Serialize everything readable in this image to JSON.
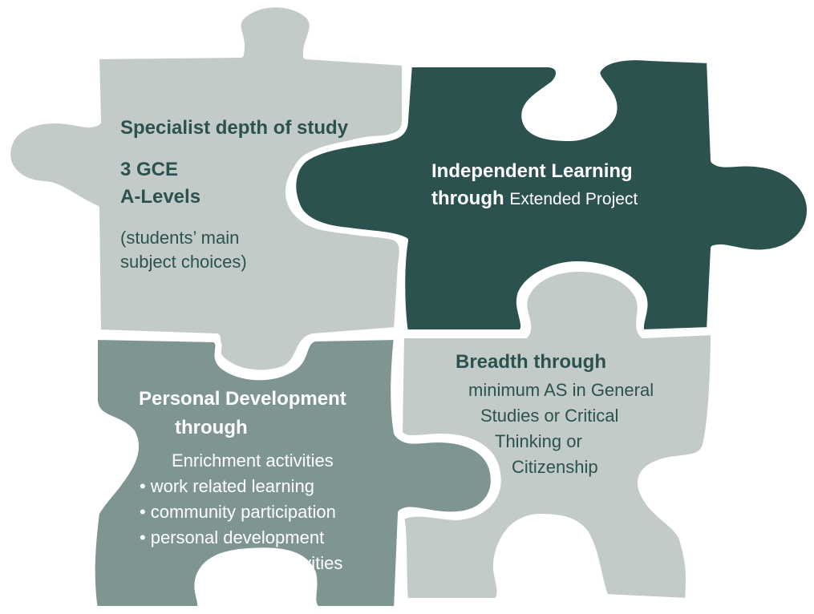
{
  "colors": {
    "top_left": "#c3cbc8",
    "top_right": "#2b524f",
    "bottom_left": "#7f9591",
    "bottom_right": "#c3cbc8",
    "dark_text": "#2b524f",
    "light_text": "#ffffff",
    "border": "#ffffff"
  },
  "pieces": {
    "top_left": {
      "heading": "Specialist depth of study",
      "subheading_line1": "3 GCE",
      "subheading_line2": "A-Levels",
      "body_line1": "(students’ main",
      "body_line2": "subject choices)"
    },
    "top_right": {
      "heading_line1": "Independent Learning",
      "heading_line2_bold": "through",
      "heading_line2_rest": "Extended Project"
    },
    "bottom_left": {
      "heading_line1": "Personal Development",
      "heading_line2": "through",
      "intro": "Enrichment activities",
      "bullets": [
        "work related learning",
        "community participation",
        "personal development"
      ],
      "bullet_continuation": "activities"
    },
    "bottom_right": {
      "heading": "Breadth through",
      "body_line1": "minimum AS in General",
      "body_line2": "Studies or Critical",
      "body_line3": "Thinking or",
      "body_line4": "Citizenship"
    }
  }
}
